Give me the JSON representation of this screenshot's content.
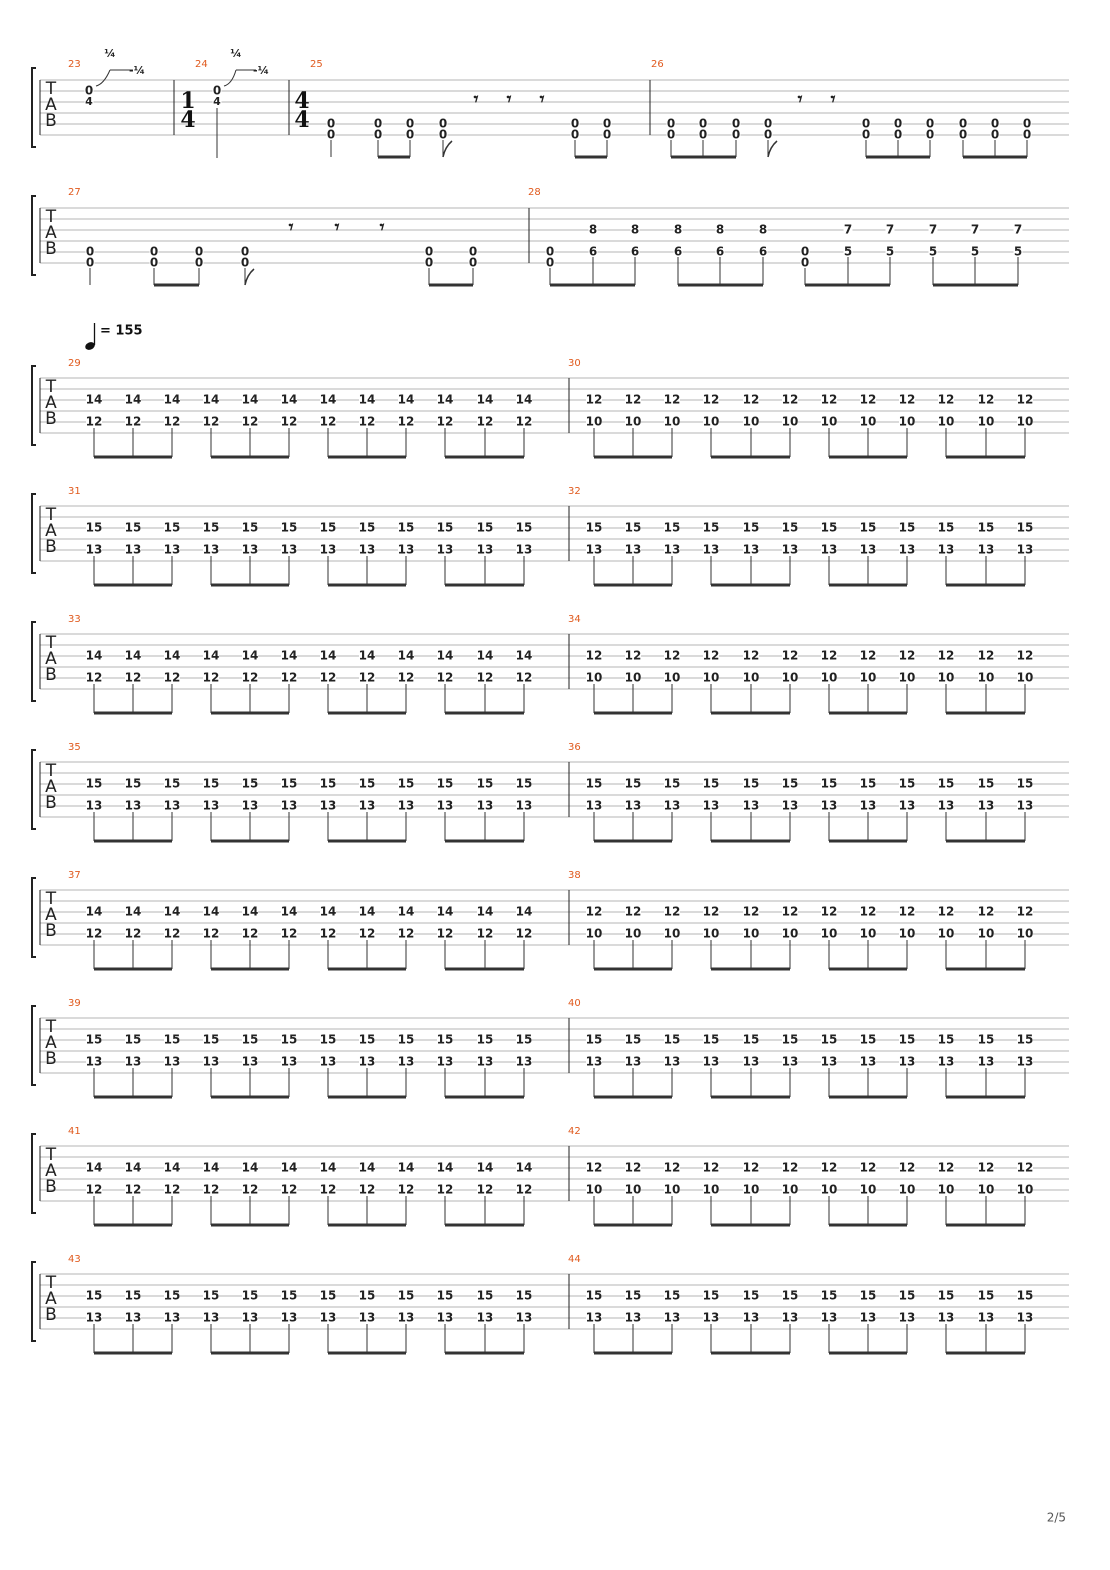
{
  "tab_clef": [
    "T",
    "A",
    "B"
  ],
  "page_number": "2/5",
  "tempo": {
    "text": "= 155"
  },
  "colors": {
    "measure_number": "#e05a1e",
    "staff_line": "#b5b5b5",
    "ink": "#222222"
  },
  "measures": {
    "m23": {
      "number": "23",
      "bend_marks": [
        "¼",
        "-¼"
      ],
      "frets": [
        "0",
        "4"
      ]
    },
    "m24": {
      "number": "24",
      "time_signature": [
        "1",
        "4"
      ],
      "bend_marks": [
        "¼",
        "-¼"
      ],
      "frets": [
        "0",
        "4"
      ]
    },
    "m25": {
      "number": "25",
      "time_signature": [
        "4",
        "4"
      ],
      "fret": "0"
    },
    "m26": {
      "number": "26",
      "fret": "0"
    },
    "m27": {
      "number": "27",
      "fret": "0"
    },
    "m28": {
      "number": "28",
      "frets": [
        "0",
        "8",
        "6",
        "7",
        "5"
      ]
    }
  },
  "repeated_rows": {
    "rows": [
      {
        "left_measure": "29",
        "right_measure": "30",
        "left_frets": [
          "14",
          "12"
        ],
        "right_frets": [
          "12",
          "10"
        ]
      },
      {
        "left_measure": "31",
        "right_measure": "32",
        "left_frets": [
          "15",
          "13"
        ],
        "right_frets": [
          "15",
          "13"
        ]
      },
      {
        "left_measure": "33",
        "right_measure": "34",
        "left_frets": [
          "14",
          "12"
        ],
        "right_frets": [
          "12",
          "10"
        ]
      },
      {
        "left_measure": "35",
        "right_measure": "36",
        "left_frets": [
          "15",
          "13"
        ],
        "right_frets": [
          "15",
          "13"
        ]
      },
      {
        "left_measure": "37",
        "right_measure": "38",
        "left_frets": [
          "14",
          "12"
        ],
        "right_frets": [
          "12",
          "10"
        ]
      },
      {
        "left_measure": "39",
        "right_measure": "40",
        "left_frets": [
          "15",
          "13"
        ],
        "right_frets": [
          "15",
          "13"
        ]
      },
      {
        "left_measure": "41",
        "right_measure": "42",
        "left_frets": [
          "14",
          "12"
        ],
        "right_frets": [
          "12",
          "10"
        ]
      },
      {
        "left_measure": "43",
        "right_measure": "44",
        "left_frets": [
          "15",
          "13"
        ],
        "right_frets": [
          "15",
          "13"
        ]
      }
    ]
  }
}
